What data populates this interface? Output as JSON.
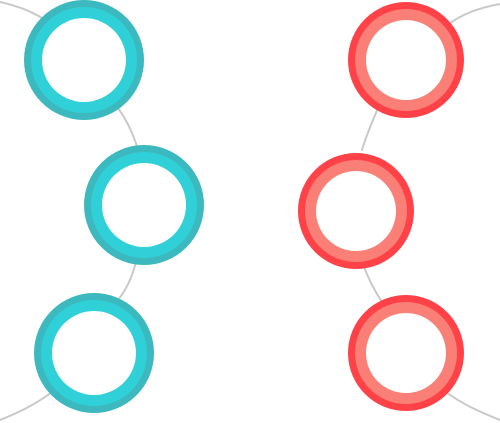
{
  "colors": {
    "connector": "#c9c9c9",
    "teal_outer": "#3cb9be",
    "teal_inner": "#2fd0d8",
    "red_outer": "#ff4248",
    "red_inner": "#fa8077",
    "hole": "#ffffff"
  },
  "left_column": {
    "nodes": [
      {
        "id": "teal-1",
        "tone": "teal"
      },
      {
        "id": "teal-2",
        "tone": "teal"
      },
      {
        "id": "teal-3",
        "tone": "teal"
      }
    ]
  },
  "right_column": {
    "nodes": [
      {
        "id": "red-1",
        "tone": "red"
      },
      {
        "id": "red-2",
        "tone": "red"
      },
      {
        "id": "red-3",
        "tone": "red"
      }
    ]
  }
}
